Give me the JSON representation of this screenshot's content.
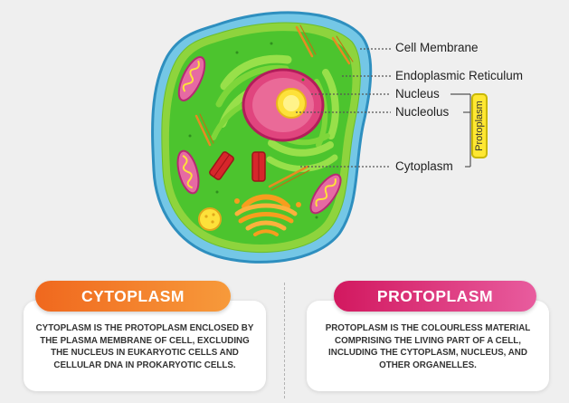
{
  "labels": {
    "cell_membrane": "Cell Membrane",
    "endoplasmic_reticulum": "Endoplasmic Reticulum",
    "nucleus": "Nucleus",
    "nucleolus": "Nucleolus",
    "cytoplasm": "Cytoplasm",
    "protoplasm_bracket": "Protoplasm"
  },
  "cards": {
    "cytoplasm": {
      "title": "CYTOPLASM",
      "text": "CYTOPLASM IS THE PROTOPLASM ENCLOSED BY THE PLASMA MEMBRANE OF CELL, EXCLUDING THE NUCLEUS IN EUKARYOTIC CELLS AND CELLULAR DNA IN PROKARYOTIC CELLS."
    },
    "protoplasm": {
      "title": "PROTOPLASM",
      "text": "PROTOPLASM IS THE COLOURLESS MATERIAL COMPRISING THE LIVING PART OF A CELL, INCLUDING THE CYTOPLASM, NUCLEUS, AND OTHER ORGANELLES."
    }
  },
  "colors": {
    "membrane": "#6cc24a",
    "cytoplasm_fill": "#4cc42e",
    "nucleus": "#e0457e",
    "nucleolus": "#fde13a",
    "mitochondria": "#e66aa3",
    "golgi": "#f79d1e",
    "centriole": "#d7262b",
    "cytoplasm_pill": "#f0681e",
    "protoplasm_pill": "#d2185f"
  }
}
